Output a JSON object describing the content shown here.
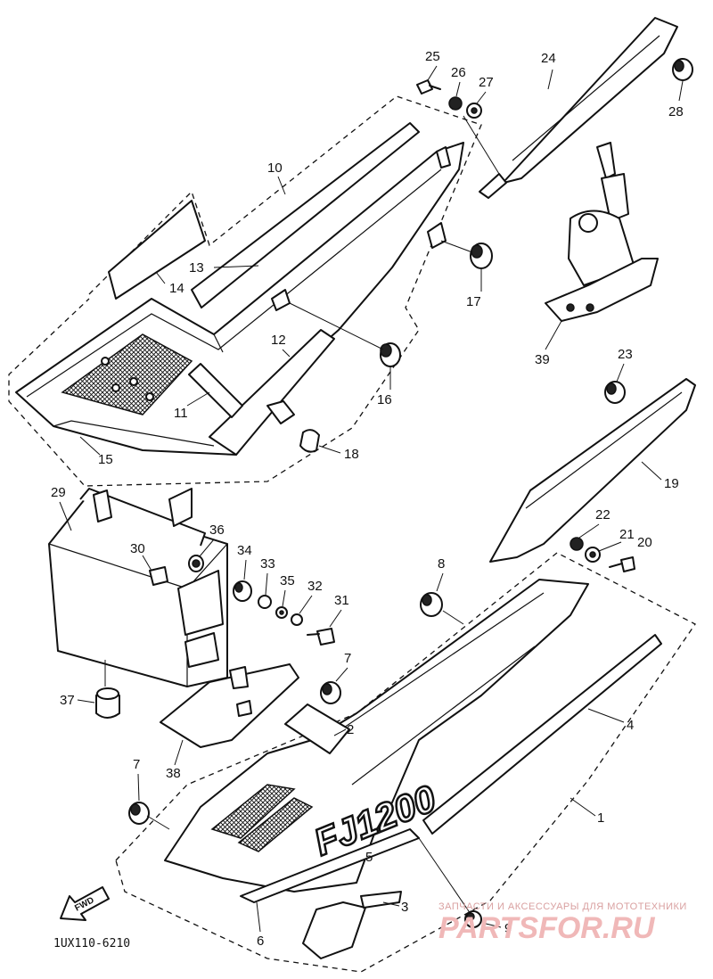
{
  "diagram": {
    "code": "1UX110-6210",
    "fwd_label": "FWD",
    "logo_text": "FJ1200",
    "watermark_line1": "ЗАПЧАСТИ И АКСЕССУАРЫ ДЛЯ МОТОТЕХНИКИ",
    "watermark_line2": "PARTSFOR.RU"
  },
  "callouts": {
    "c1": "1",
    "c2": "2",
    "c3": "3",
    "c4": "4",
    "c5": "5",
    "c6": "6",
    "c7a": "7",
    "c7b": "7",
    "c8": "8",
    "c9": "9",
    "c10": "10",
    "c11": "11",
    "c12": "12",
    "c13": "13",
    "c14": "14",
    "c15": "15",
    "c16": "16",
    "c17": "17",
    "c18": "18",
    "c19": "19",
    "c20": "20",
    "c21": "21",
    "c22": "22",
    "c23": "23",
    "c24": "24",
    "c25": "25",
    "c26": "26",
    "c27": "27",
    "c28": "28",
    "c29": "29",
    "c30": "30",
    "c31": "31",
    "c32": "32",
    "c33": "33",
    "c34": "34",
    "c35": "35",
    "c36": "36",
    "c37": "37",
    "c38": "38",
    "c39": "39"
  }
}
